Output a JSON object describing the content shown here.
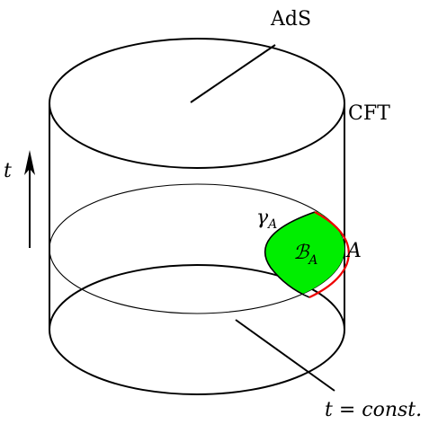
{
  "labels": {
    "bulk": "AdS",
    "boundary": "CFT",
    "time_axis": "t",
    "surface": "γ",
    "surface_sub": "A",
    "region": "ℬ",
    "region_sub": "A",
    "boundary_region": "A",
    "slice": "t = const."
  },
  "colors": {
    "outline": "#000000",
    "region_fill": "#00ee00",
    "boundary_region": "#ee0000"
  }
}
